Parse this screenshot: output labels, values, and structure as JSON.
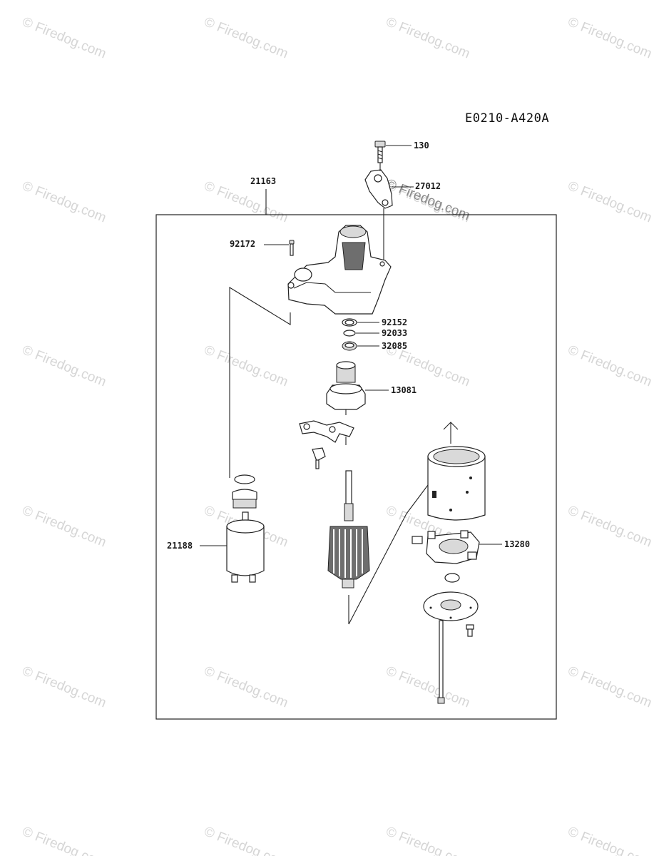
{
  "diagram": {
    "reference_code": "E0210-A420A",
    "watermark": "© Firedog.com",
    "callouts": [
      {
        "id": "130",
        "label": "130"
      },
      {
        "id": "27012",
        "label": "27012"
      },
      {
        "id": "21163",
        "label": "21163"
      },
      {
        "id": "92172",
        "label": "92172"
      },
      {
        "id": "92152",
        "label": "92152"
      },
      {
        "id": "92033",
        "label": "92033"
      },
      {
        "id": "32085",
        "label": "32085"
      },
      {
        "id": "13081",
        "label": "13081"
      },
      {
        "id": "21188",
        "label": "21188"
      },
      {
        "id": "13280",
        "label": "13280"
      }
    ]
  }
}
